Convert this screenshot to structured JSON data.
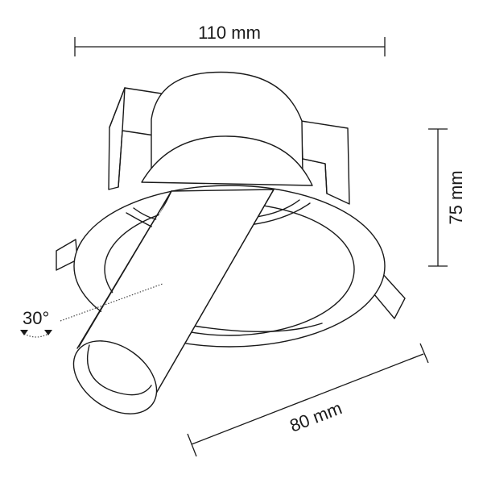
{
  "diagram": {
    "type": "technical-drawing",
    "subject": "recessed adjustable spotlight",
    "dimensions": {
      "width": {
        "label": "110 mm",
        "value": 110,
        "unit": "mm"
      },
      "height": {
        "label": "75 mm",
        "value": 75,
        "unit": "mm"
      },
      "tube_length": {
        "label": "80 mm",
        "value": 80,
        "unit": "mm"
      },
      "tilt": {
        "label": "30°",
        "value": 30,
        "unit": "deg"
      }
    },
    "colors": {
      "line": "#1a1a1a",
      "background": "#ffffff"
    }
  }
}
